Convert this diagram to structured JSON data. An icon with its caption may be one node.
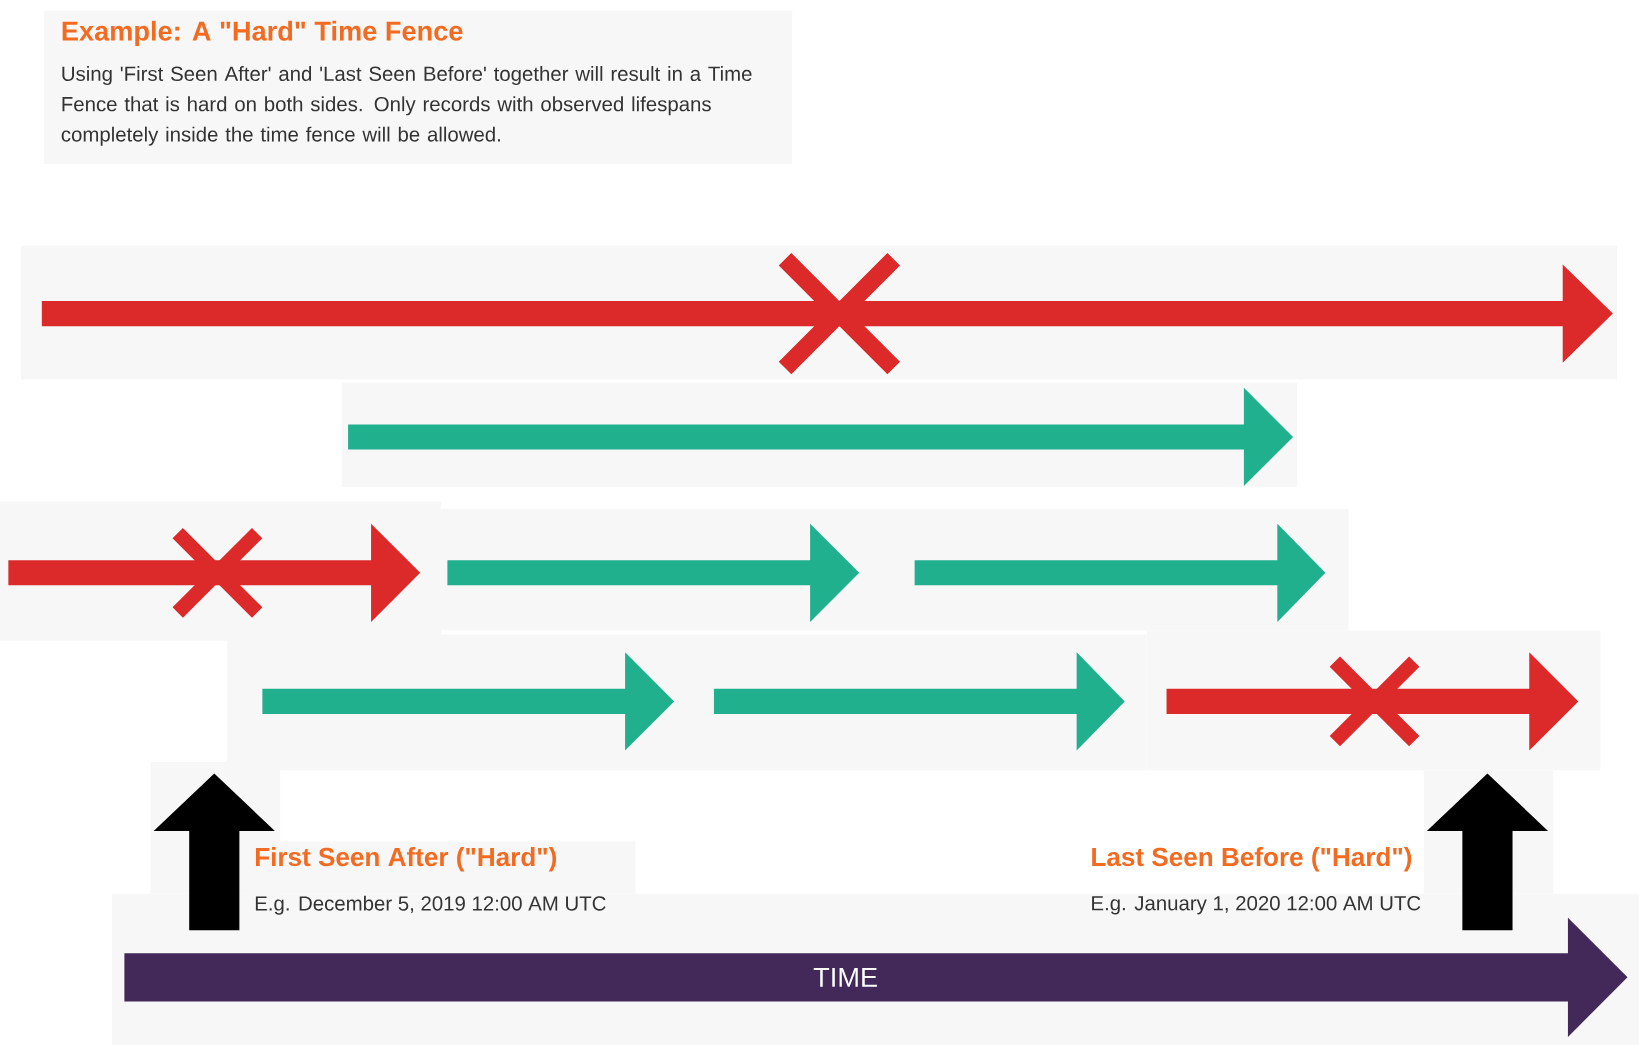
{
  "diagram": {
    "title": "Example: A \"Hard\" Time Fence",
    "labels": [
      "Using 'First Seen After' and 'Last Seen Before' together will result in a Time Fence that is hard on both sides. Only records with observed lifespans completely inside the time fence will be allowed.",
      "First Seen After (\"Hard\")",
      "E.g. December 5, 2019 12:00 AM UTC",
      "Last Seen Before (\"Hard\")",
      "E.g. January 1, 2020 12:00 AM UTC",
      "TIME"
    ]
  }
}
